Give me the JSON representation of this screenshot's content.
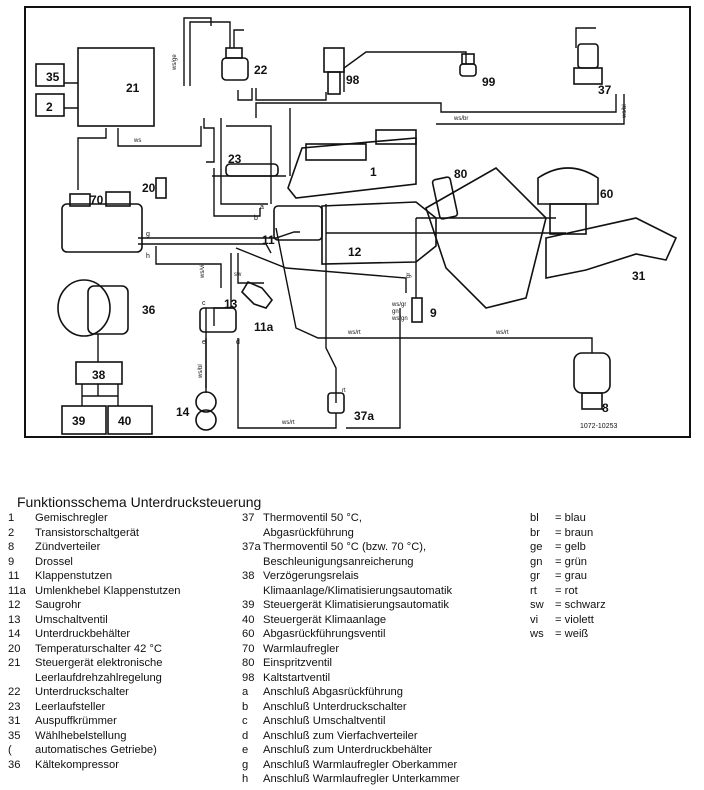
{
  "diagram": {
    "code": "1072-10253",
    "component_labels": {
      "l1": "1",
      "l8": "8",
      "l9": "9",
      "l11": "11",
      "l11a": "11a",
      "l12": "12",
      "l13": "13",
      "l14": "14",
      "l20": "20",
      "l21": "21",
      "l22": "22",
      "l23": "23",
      "l31": "31",
      "l35": "35",
      "l2": "2",
      "l36": "36",
      "l37": "37",
      "l37a": "37a",
      "l38": "38",
      "l39": "39",
      "l40": "40",
      "l60": "60",
      "l70": "70",
      "l80": "80",
      "l98": "98",
      "l99": "99"
    },
    "port_labels": {
      "a": "a",
      "b": "b",
      "c": "c",
      "d": "d",
      "e": "e",
      "g": "g",
      "h": "h"
    },
    "wire_labels": {
      "ws_ge": "ws/ge",
      "ws": "ws",
      "ws_br": "ws/br",
      "ws_bl": "ws/bl",
      "ws_rt_a": "ws/rt",
      "ws_rt_b": "ws/rt",
      "ws_rt_c": "ws/rt",
      "ws_gr_gn": "ws/gr",
      "gn": "gn",
      "ws_gn": "ws/gn",
      "sw": "sw",
      "gr": "gr",
      "ws_bl_b": "ws/bl",
      "ws_vi": "ws/vi",
      "rt": "rt"
    }
  },
  "legend": {
    "title": "Funktionsschema Unterdrucksteuerung",
    "left": [
      {
        "num": "1",
        "text": "Gemischregler"
      },
      {
        "num": "2",
        "text": "Transistorschaltgerät"
      },
      {
        "num": "8",
        "text": "Zündverteiler"
      },
      {
        "num": "9",
        "text": "Drossel"
      },
      {
        "num": "11",
        "text": "Klappenstutzen"
      },
      {
        "num": "11a",
        "text": "Umlenkhebel Klappenstutzen"
      },
      {
        "num": "12",
        "text": "Saugrohr"
      },
      {
        "num": "13",
        "text": "Umschaltventil"
      },
      {
        "num": "14",
        "text": "Unterdruckbehälter"
      },
      {
        "num": "20",
        "text": "Temperaturschalter 42 °C"
      },
      {
        "num": "21",
        "text": "Steuergerät elektronische"
      },
      {
        "num": "",
        "text": "Leerlaufdrehzahlregelung"
      },
      {
        "num": "22",
        "text": "Unterdruckschalter"
      },
      {
        "num": "23",
        "text": "Leerlaufsteller"
      },
      {
        "num": "31",
        "text": "Auspuffkrümmer"
      },
      {
        "num": "35",
        "text": "Wählhebelstellung"
      },
      {
        "num": "(",
        "text": "automatisches Getriebe)"
      },
      {
        "num": "36",
        "text": "Kältekompressor"
      }
    ],
    "middle": [
      {
        "num": "37",
        "text": "Thermoventil 50 °C,"
      },
      {
        "num": "",
        "text": "Abgasrückführung"
      },
      {
        "num": "37a",
        "text": "Thermoventil 50 °C (bzw. 70 °C),"
      },
      {
        "num": "",
        "text": "Beschleunigungsanreicherung"
      },
      {
        "num": "38",
        "text": "Verzögerungsrelais"
      },
      {
        "num": "",
        "text": "Klimaanlage/Klimatisierungsautomatik"
      },
      {
        "num": "39",
        "text": "Steuergerät Klimatisierungsautomatik"
      },
      {
        "num": "40",
        "text": "Steuergerät Klimaanlage"
      },
      {
        "num": "60",
        "text": "Abgasrückführungsventil"
      },
      {
        "num": "70",
        "text": "Warmlaufregler"
      },
      {
        "num": "80",
        "text": "Einspritzventil"
      },
      {
        "num": "98",
        "text": "Kaltstartventil"
      },
      {
        "num": "a",
        "text": "Anschluß Abgasrückführung"
      },
      {
        "num": "b",
        "text": "Anschluß Unterdruckschalter"
      },
      {
        "num": "c",
        "text": "Anschluß Umschaltventil"
      },
      {
        "num": "d",
        "text": "Anschluß zum Vierfachverteiler"
      },
      {
        "num": "e",
        "text": "Anschluß zum Unterdruckbehälter"
      },
      {
        "num": "g",
        "text": "Anschluß Warmlaufregler Oberkammer"
      },
      {
        "num": "h",
        "text": "Anschluß Warmlaufregler Unterkammer"
      }
    ],
    "right": [
      {
        "num": "bl",
        "text": "= blau"
      },
      {
        "num": "br",
        "text": "= braun"
      },
      {
        "num": "ge",
        "text": "= gelb"
      },
      {
        "num": "gn",
        "text": "= grün"
      },
      {
        "num": "gr",
        "text": "= grau"
      },
      {
        "num": "rt",
        "text": "= rot"
      },
      {
        "num": "sw",
        "text": "= schwarz"
      },
      {
        "num": "vi",
        "text": "= violett"
      },
      {
        "num": "ws",
        "text": "= weiß"
      }
    ]
  }
}
